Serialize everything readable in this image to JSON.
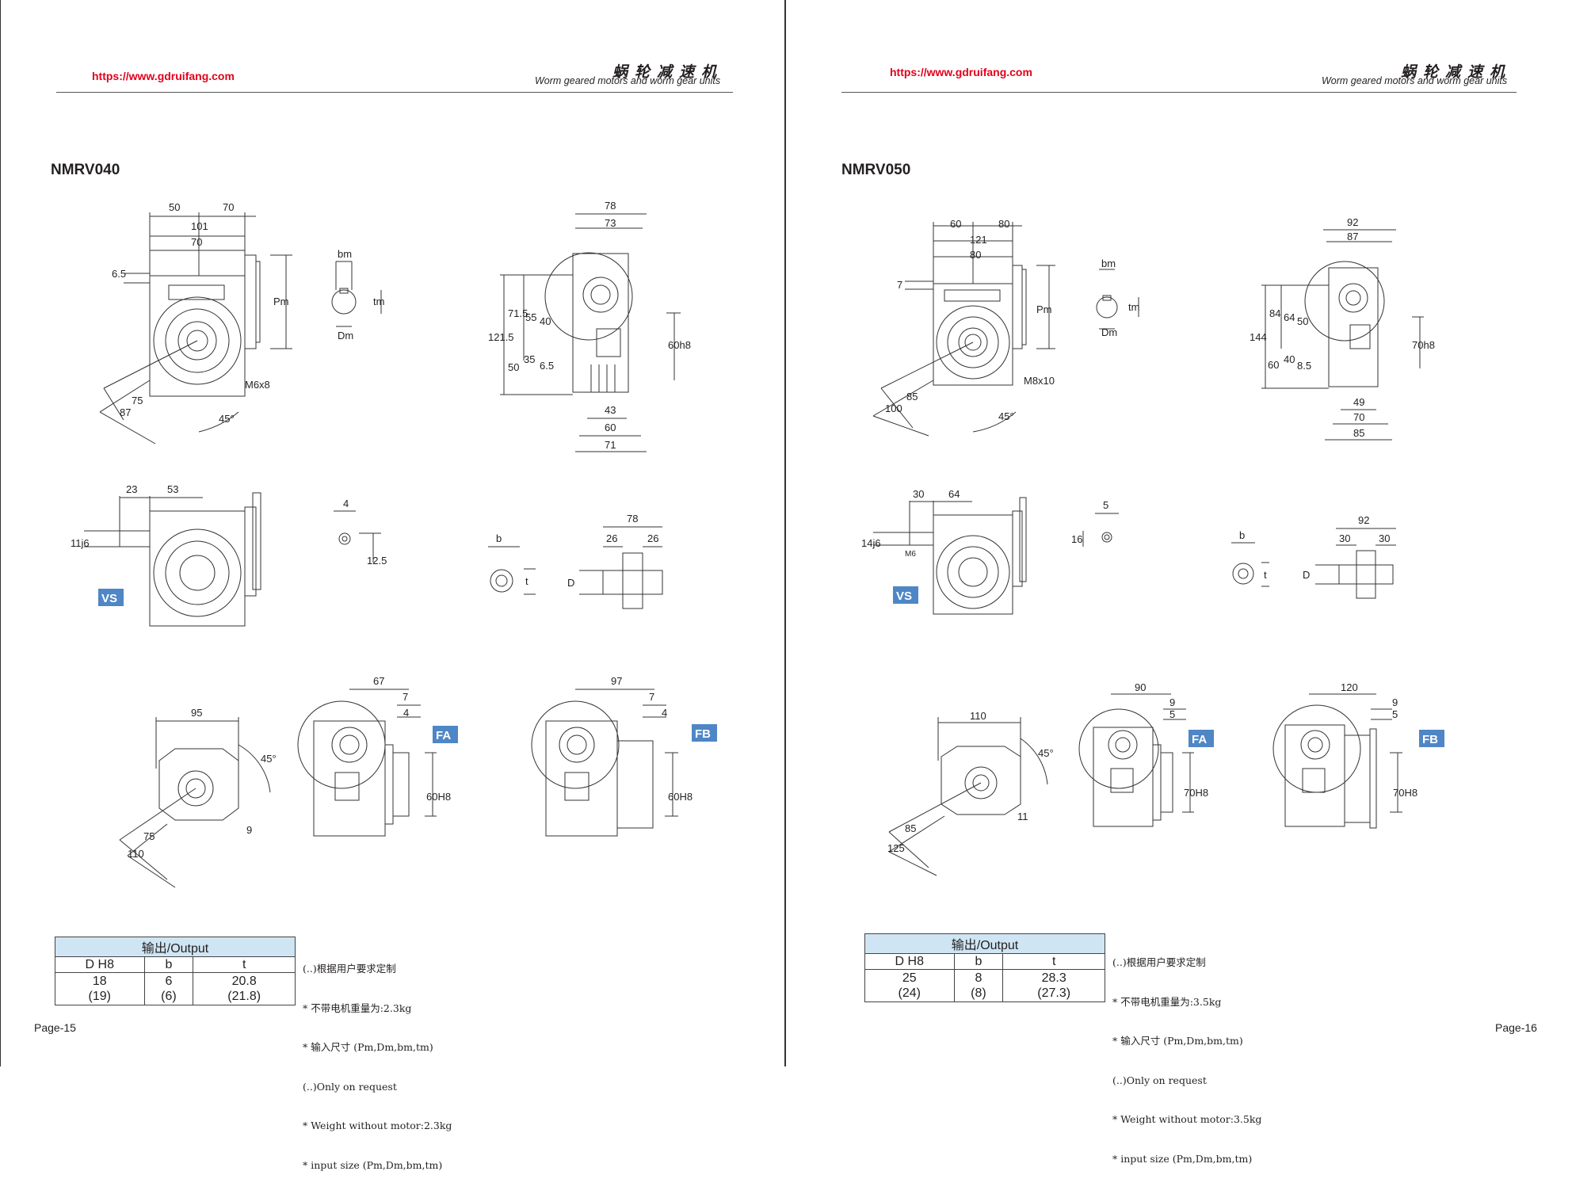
{
  "pages": [
    {
      "url": "https://www.gdruifang.com",
      "title_cn": "蜗轮减速机",
      "title_en": "Worm geared motors and worm gear units",
      "model": "NMRV040",
      "page_no": "Page-15",
      "table": {
        "header": "输出/Output",
        "cols": [
          "D H8",
          "b",
          "t"
        ],
        "vals": [
          "18\n(19)",
          "6\n(6)",
          "20.8\n(21.8)"
        ]
      },
      "notes": [
        "(..)根据用户要求定制",
        "* 不带电机重量为:2.3kg",
        "* 输入尺寸 (Pm,Dm,bm,tm)",
        "(..)Only on request",
        "* Weight without motor:2.3kg",
        "* input size (Pm,Dm,bm,tm)"
      ],
      "badges": {
        "vs": "VS",
        "fa": "FA",
        "fb": "FB"
      },
      "dims": {
        "d1": "50",
        "d2": "70",
        "d3": "101",
        "d4": "70",
        "d5": "6.5",
        "d6": "Pm",
        "d7": "M6x8",
        "d8": "75",
        "d9": "87",
        "d10": "45°",
        "bm": "bm",
        "tm": "tm",
        "dm": "Dm",
        "s1": "78",
        "s2": "73",
        "s3": "121.5",
        "s4": "71.5",
        "s5": "55",
        "s6": "40",
        "s7": "35",
        "s8": "50",
        "s9": "6.5",
        "s10": "60h8",
        "s11": "43",
        "s12": "60",
        "s13": "71",
        "v1": "23",
        "v2": "53",
        "v3": "11j6",
        "v4": "4",
        "v5": "12.5",
        "k1": "b",
        "k2": "t",
        "k3": "D",
        "k4": "78",
        "k5": "26",
        "k6": "26",
        "f1": "95",
        "f2": "45°",
        "f3": "75",
        "f4": "110",
        "f5": "9",
        "a1": "67",
        "a2": "7",
        "a3": "4",
        "a4": "60H8",
        "b1": "97",
        "b2": "7",
        "b3": "4",
        "b4": "60H8"
      }
    },
    {
      "url": "https://www.gdruifang.com",
      "title_cn": "蜗轮减速机",
      "title_en": "Worm geared motors and worm gear units",
      "model": "NMRV050",
      "page_no": "Page-16",
      "table": {
        "header": "输出/Output",
        "cols": [
          "D H8",
          "b",
          "t"
        ],
        "vals": [
          "25\n(24)",
          "8\n(8)",
          "28.3\n(27.3)"
        ]
      },
      "notes": [
        "(..)根据用户要求定制",
        "* 不带电机重量为:3.5kg",
        "* 输入尺寸 (Pm,Dm,bm,tm)",
        "(..)Only on request",
        "* Weight without motor:3.5kg",
        "* input size (Pm,Dm,bm,tm)"
      ],
      "badges": {
        "vs": "VS",
        "fa": "FA",
        "fb": "FB"
      },
      "dims": {
        "d1": "60",
        "d2": "80",
        "d3": "121",
        "d4": "80",
        "d5": "7",
        "d6": "Pm",
        "d7": "M8x10",
        "d8": "85",
        "d9": "100",
        "d10": "45°",
        "bm": "bm",
        "tm": "tm",
        "dm": "Dm",
        "s1": "92",
        "s2": "87",
        "s3": "144",
        "s4": "84",
        "s5": "64",
        "s6": "50",
        "s7": "40",
        "s8": "60",
        "s9": "8.5",
        "s10": "70h8",
        "s11": "49",
        "s12": "70",
        "s13": "85",
        "v1": "30",
        "v2": "64",
        "v3": "14j6",
        "v4": "5",
        "v5": "16",
        "v6": "M6",
        "k1": "b",
        "k2": "t",
        "k3": "D",
        "k4": "92",
        "k5": "30",
        "k6": "30",
        "f1": "110",
        "f2": "45°",
        "f3": "85",
        "f4": "125",
        "f5": "11",
        "a1": "90",
        "a2": "9",
        "a3": "5",
        "a4": "70H8",
        "b1": "120",
        "b2": "9",
        "b3": "5",
        "b4": "70H8"
      }
    }
  ]
}
